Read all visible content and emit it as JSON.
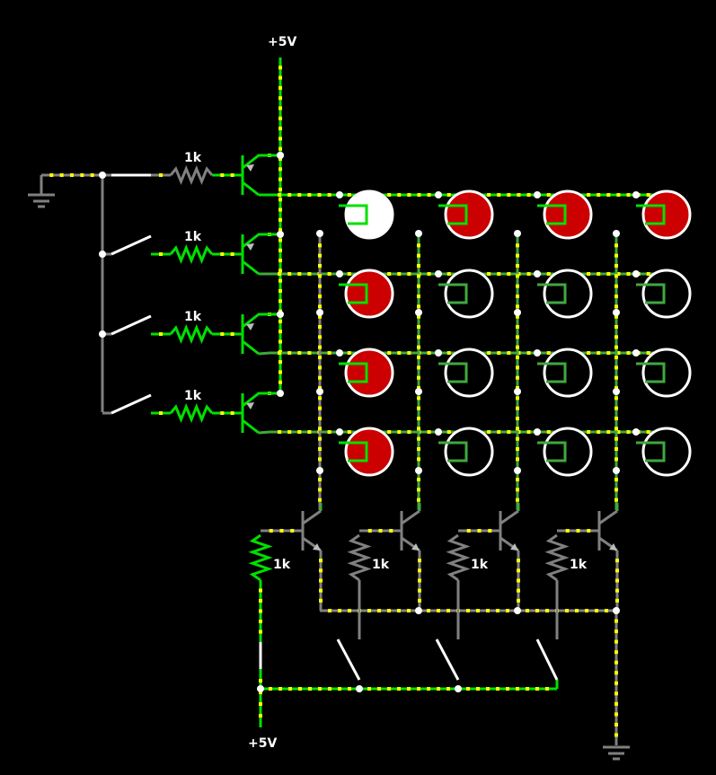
{
  "supply_top_label": "+5V",
  "supply_bottom_label": "+5V",
  "resistor_label": "1k",
  "colors": {
    "background": "#000000",
    "wire_live": "#00e000",
    "wire_mid": "#3fa83f",
    "wire_off": "#808080",
    "current_dot": "#ffff00",
    "led_on": "#cc0000",
    "led_off": "#ffffff",
    "node": "#ffffff"
  },
  "led_matrix": {
    "rows": 4,
    "cols": 4,
    "state": [
      [
        "white",
        "red",
        "red",
        "red"
      ],
      [
        "red",
        "off",
        "off",
        "off"
      ],
      [
        "red",
        "off",
        "off",
        "off"
      ],
      [
        "red",
        "off",
        "off",
        "off"
      ]
    ]
  },
  "row_switches_closed": [
    true,
    false,
    false,
    false
  ],
  "column_switches_closed": [
    true,
    false,
    false,
    false
  ]
}
